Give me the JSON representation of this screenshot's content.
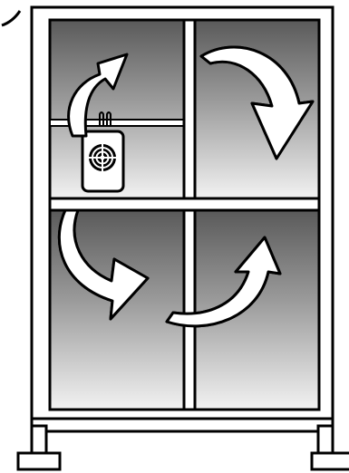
{
  "colors": {
    "background": "#ffffff",
    "outline": "#000000",
    "arrow_fill": "#ffffff",
    "frame_fill": "#ffffff",
    "glass_top": "#5a5a5a",
    "glass_mid": "#9a9a9a",
    "glass_bottom": "#f2f2f2",
    "heater_fill": "#ffffff",
    "fan_fill": "#000000"
  },
  "icons": {
    "heater": "fan-heater-icon",
    "airflow": "curved-arrow-icon"
  },
  "airflow_arrows": [
    {
      "name": "airflow-arrow-top-left",
      "direction": "up-right"
    },
    {
      "name": "airflow-arrow-top-right",
      "direction": "clockwise-down"
    },
    {
      "name": "airflow-arrow-bottom-left",
      "direction": "down-right"
    },
    {
      "name": "airflow-arrow-bottom-right",
      "direction": "up-right"
    }
  ]
}
